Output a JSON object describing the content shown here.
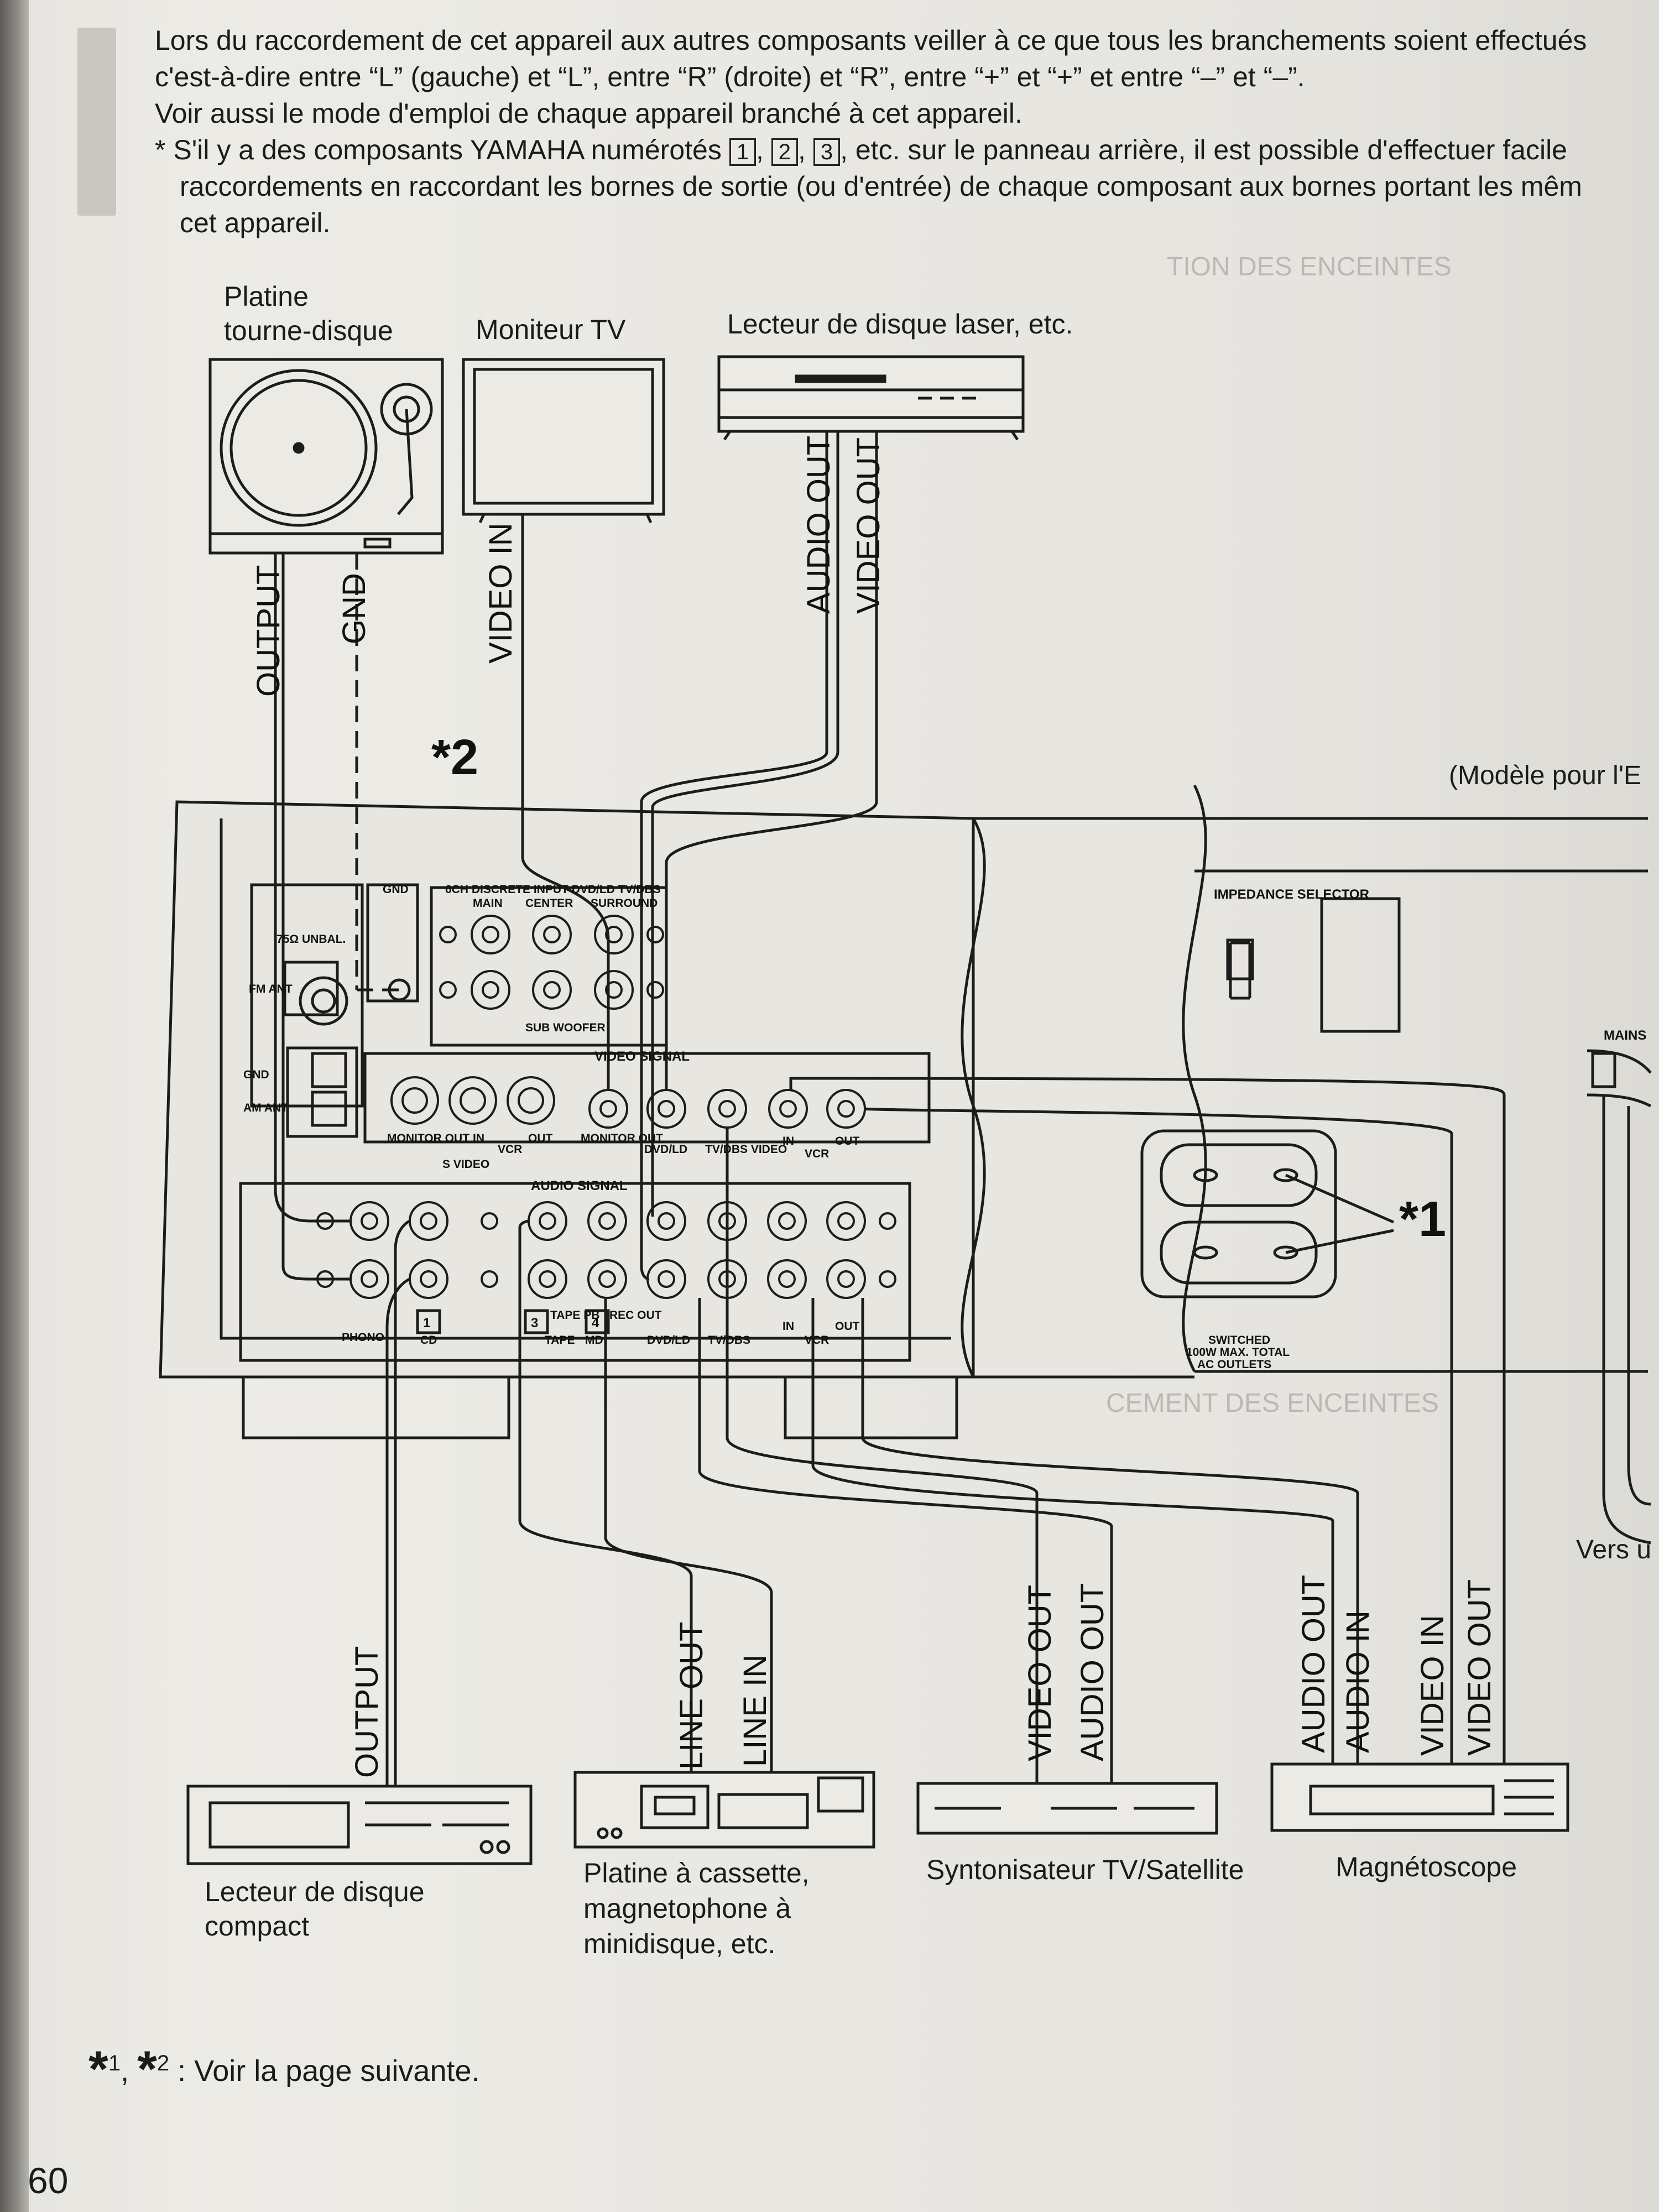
{
  "intro": {
    "line1": "Lors du raccordement de cet appareil aux autres composants veiller à ce que tous les branchements soient effectués",
    "line2": "c'est-à-dire entre “L” (gauche) et “L”, entre “R” (droite) et “R”, entre “+” et “+” et entre “–” et “–”.",
    "line3": "Voir aussi le mode d'emploi de chaque appareil branché à cet appareil.",
    "line4_start": "* S'il y a des composants YAMAHA numérotés",
    "line4_num1": "1",
    "line4_num2": "2",
    "line4_num3": "3",
    "line4_end": ", etc. sur le panneau arrière, il est possible d'effectuer facile",
    "line5": "raccordements en raccordant les bornes de sortie (ou d'entrée) de chaque composant aux bornes portant les mêm",
    "line6": "cet appareil."
  },
  "devices_top": {
    "turntable": "Platine\ntourne-disque",
    "tv": "Moniteur TV",
    "laserdisc": "Lecteur de disque laser,  etc."
  },
  "devices_bottom": {
    "cd": "Lecteur de disque\ncompact",
    "cassette": "Platine à cassette,\nmagnetophone à\nminidisque, etc.",
    "tuner": "Syntonisateur TV/Satellite",
    "vcr": "Magnétoscope"
  },
  "cable_labels": {
    "tt_output": "OUTPUT",
    "tt_gnd": "GND",
    "tv_video_in": "VIDEO IN",
    "ld_audio_out": "AUDIO OUT",
    "ld_video_out": "VIDEO OUT",
    "cd_output": "OUTPUT",
    "cass_line_out": "LINE OUT",
    "cass_line_in": "LINE IN",
    "tuner_video_out": "VIDEO OUT",
    "tuner_audio_out": "AUDIO OUT",
    "vcr_audio_out": "AUDIO OUT",
    "vcr_audio_in": "AUDIO IN",
    "vcr_video_in": "VIDEO IN",
    "vcr_video_out": "VIDEO OUT"
  },
  "panel": {
    "gnd": "GND",
    "sch_input": "6CH DISCRETE INPUT DVD/LD TV/DBS",
    "main": "MAIN",
    "center": "CENTER",
    "surround": "SURROUND",
    "sub_woofer": "SUB WOOFER",
    "unbal": "75Ω UNBAL.",
    "fm_ant": "FM ANT",
    "am_gnd": "GND",
    "am_ant": "AM ANT",
    "video_signal": "VIDEO SIGNAL",
    "monitor_out": "MONITOR OUT",
    "in": "IN",
    "out": "OUT",
    "vcr": "VCR",
    "s_video": "S VIDEO",
    "dvd_ld": "DVD/LD",
    "tv_dbs_video": "TV/DBS VIDEO",
    "audio_signal": "AUDIO SIGNAL",
    "phono": "PHONO",
    "cd_num": "1",
    "cd": "CD",
    "tape_num": "3",
    "tape_pb": "TAPE PB",
    "tape": "TAPE",
    "md_num": "4",
    "rec_out": "REC OUT",
    "md": "MD",
    "dvd_ld_a": "DVD/LD",
    "tv_dbs": "TV/DBS",
    "vcr_a": "VCR",
    "impedance_selector": "IMPEDANCE SELECTOR",
    "mains": "MAINS",
    "switched": "SWITCHED",
    "watt_total": "100W MAX. TOTAL",
    "ac_outlets": "AC OUTLETS"
  },
  "markers": {
    "star1": "*1",
    "star2": "*2"
  },
  "side_texts": {
    "modele": "(Modèle pour l'E",
    "vers": "Vers u"
  },
  "footnote": {
    "text": ": Voir la page suivante."
  },
  "page_number": "60"
}
